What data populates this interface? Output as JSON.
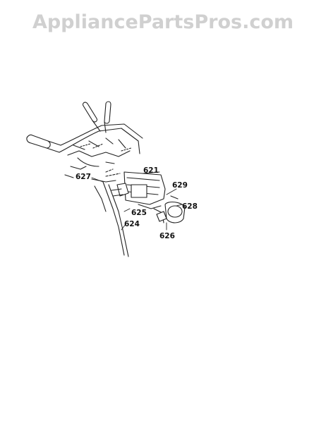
{
  "watermark": "AppliancePartsPros.com",
  "callouts": {
    "p621": "621",
    "p627": "627",
    "p629": "629",
    "p628": "628",
    "p625": "625",
    "p624": "624",
    "p626": "626"
  }
}
